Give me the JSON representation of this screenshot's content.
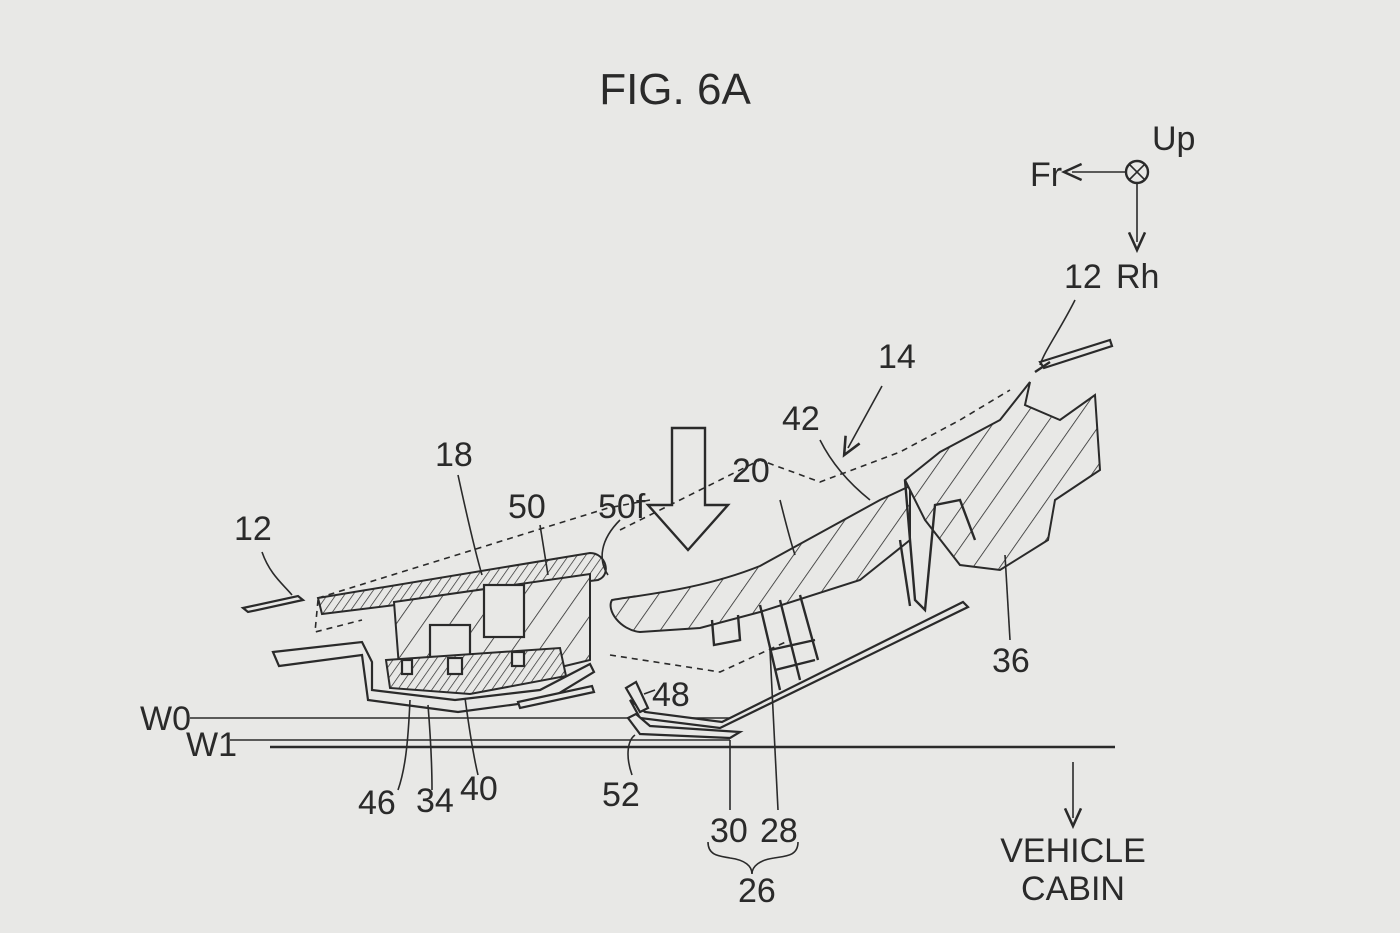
{
  "figure": {
    "title": "FIG. 6A",
    "orientation": {
      "up": "Up",
      "front": "Fr",
      "right": "Rh"
    },
    "cabin_label_line1": "VEHICLE",
    "cabin_label_line2": "CABIN",
    "lines": {
      "w0": "W0",
      "w1": "W1"
    },
    "refs": {
      "r12_left": "12",
      "r12_right": "12",
      "r14": "14",
      "r18": "18",
      "r20": "20",
      "r26": "26",
      "r28": "28",
      "r30": "30",
      "r34": "34",
      "r36": "36",
      "r40": "40",
      "r42": "42",
      "r46": "46",
      "r48": "48",
      "r50": "50",
      "r50f": "50f",
      "r52": "52"
    }
  }
}
